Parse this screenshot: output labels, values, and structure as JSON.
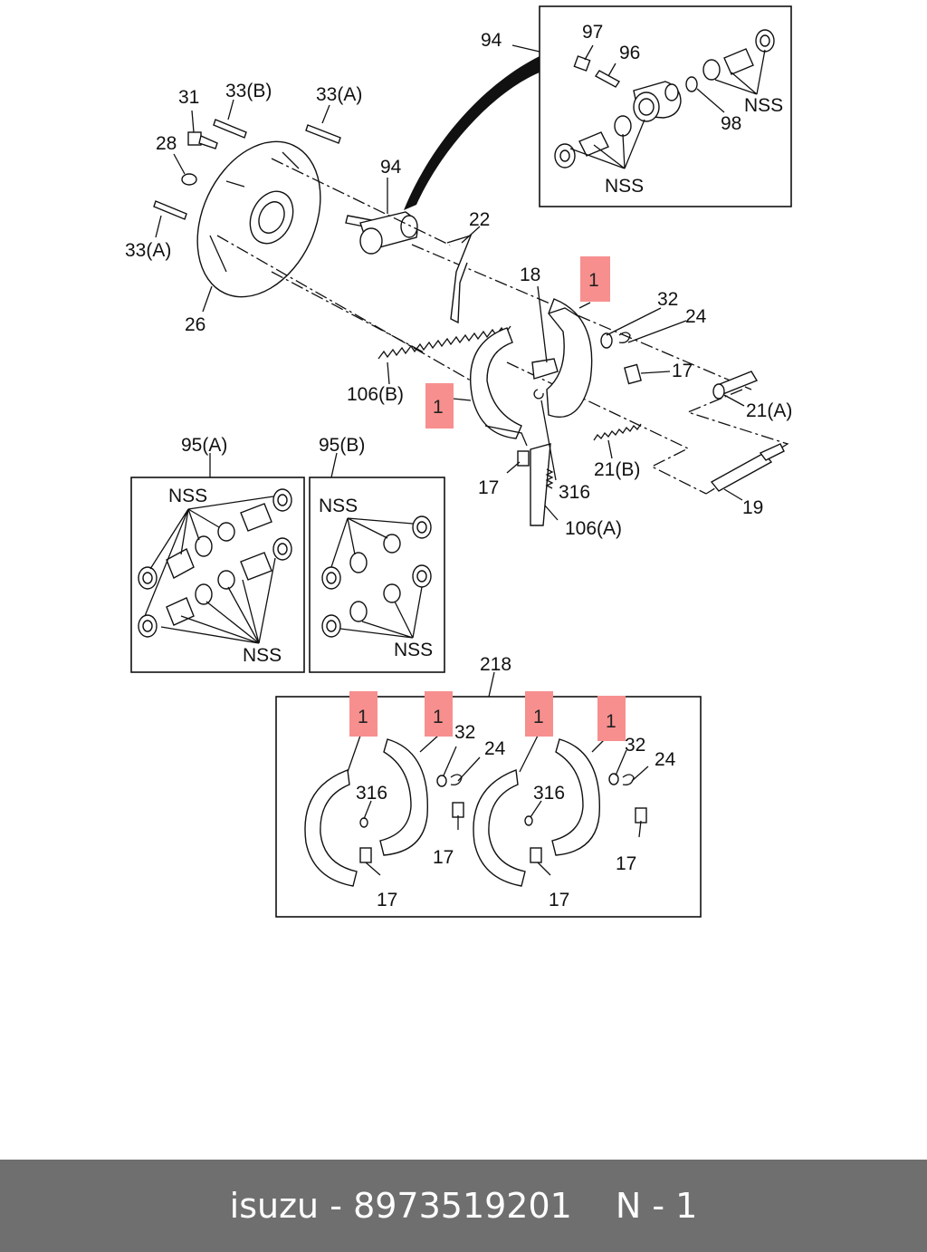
{
  "diagram": {
    "labels": {
      "l94_top": "94",
      "l97": "97",
      "l96": "96",
      "l98": "98",
      "nss_cyl_right": "NSS",
      "nss_cyl_bottom": "NSS",
      "l31": "31",
      "l33b": "33(B)",
      "l33a_top": "33(A)",
      "l28": "28",
      "l33a_left": "33(A)",
      "l26": "26",
      "l94_mid": "94",
      "l22": "22",
      "l18": "18",
      "l32": "32",
      "l24": "24",
      "l17_right": "17",
      "l21a": "21(A)",
      "l106b": "106(B)",
      "l21b": "21(B)",
      "l17_left": "17",
      "l316": "316",
      "l106a": "106(A)",
      "l19": "19",
      "l95a": "95(A)",
      "l95b": "95(B)",
      "nss_95a_top": "NSS",
      "nss_95a_bottom": "NSS",
      "nss_95b_top": "NSS",
      "nss_95b_bottom": "NSS",
      "l218": "218",
      "k_316_a": "316",
      "k_17_a": "17",
      "k_32_b": "32",
      "k_24_b": "24",
      "k_17_b": "17",
      "k_316_c": "316",
      "k_17_c": "17",
      "k_32_d": "32",
      "k_24_d": "24",
      "k_17_d": "17"
    },
    "highlight_label": "1",
    "highlight_color": "#f78f8f"
  },
  "footer": {
    "brand": "isuzu",
    "separator": "-",
    "part_number": "8973519201",
    "page": "N - 1"
  }
}
